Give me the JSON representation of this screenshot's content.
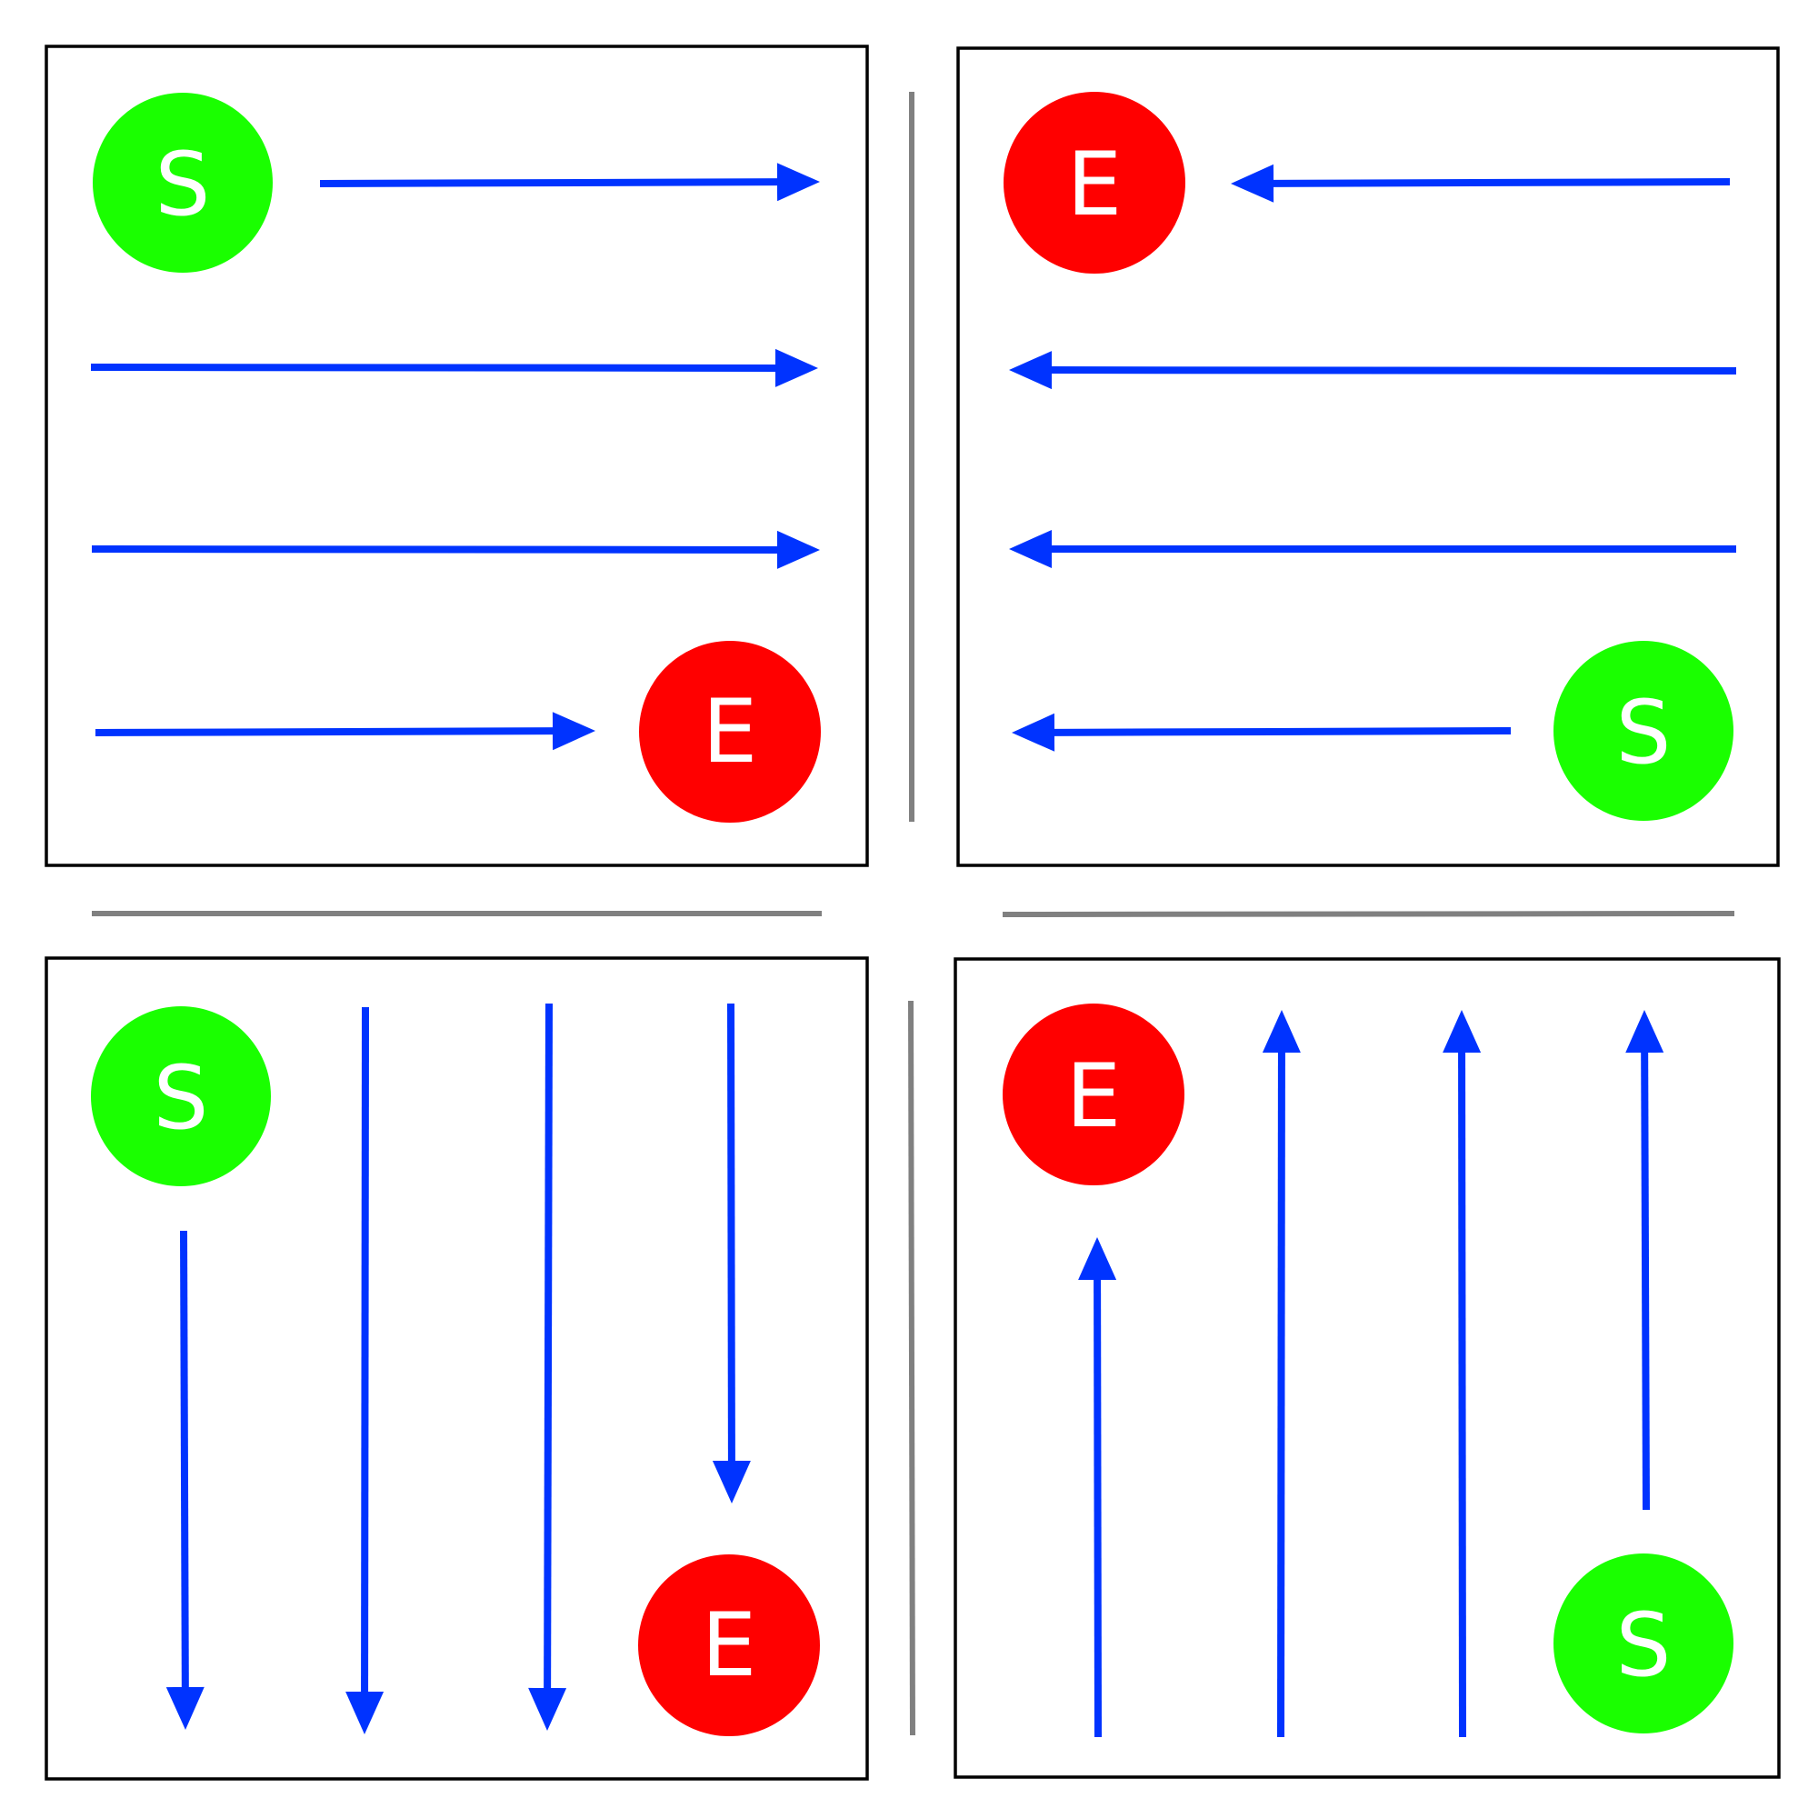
{
  "colors": {
    "start": "#1aff00",
    "end": "#ff0000",
    "arrow": "#0033ff",
    "divider": "#808080",
    "frame": "#000000",
    "label": "#ffffff"
  },
  "panels": [
    {
      "id": "top-left",
      "direction": "left-to-right",
      "start_label": "S",
      "end_label": "E",
      "arrow_count": 4
    },
    {
      "id": "top-right",
      "direction": "right-to-left",
      "start_label": "S",
      "end_label": "E",
      "arrow_count": 4
    },
    {
      "id": "bottom-left",
      "direction": "top-to-bottom",
      "start_label": "S",
      "end_label": "E",
      "arrow_count": 4
    },
    {
      "id": "bottom-right",
      "direction": "bottom-to-top",
      "start_label": "S",
      "end_label": "E",
      "arrow_count": 4
    }
  ]
}
